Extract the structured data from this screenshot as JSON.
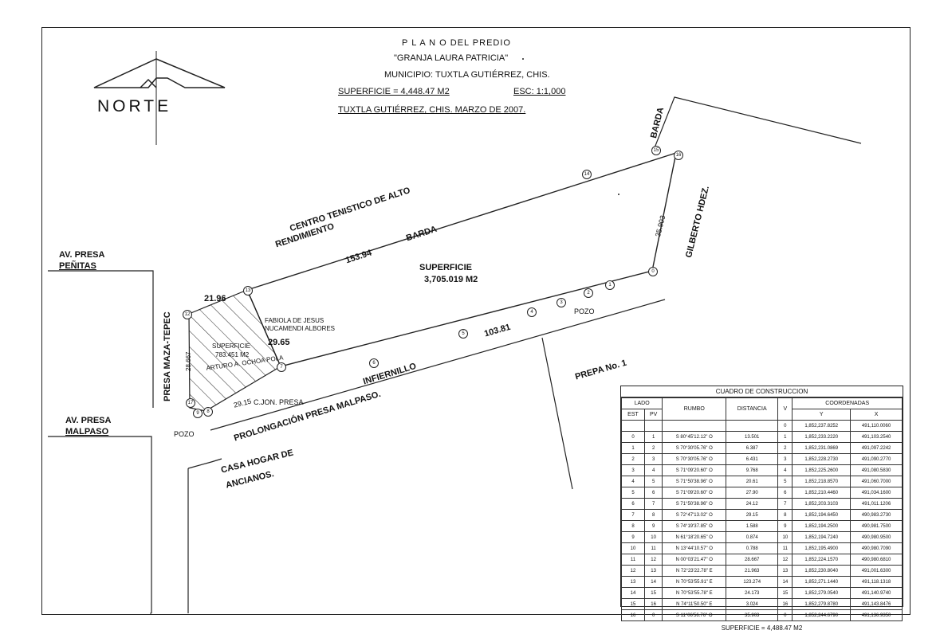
{
  "header": {
    "title": "P L A N O  DEL PREDIO",
    "name": "\"GRANJA LAURA PATRICIA\"",
    "municipality": "MUNICIPIO: TUXTLA  GUTIÉRREZ, CHIS.",
    "surface": "SUPERFICIE = 4,448.47 M2",
    "scale": "ESC: 1:1,000",
    "place_date": "TUXTLA GUTIÉRREZ, CHIS. MARZO DE 2007."
  },
  "logo": {
    "text": "NORTE",
    "icon": "north-arrow-icon"
  },
  "labels": {
    "centro_tenistico": "CENTRO TENISTICO DE ALTO",
    "rendimiento": "RENDIMIENTO",
    "barda_top": "BARDA",
    "len_top": "153.94",
    "barda_right": "BARDA",
    "gilberto": "GILBERTO HDEZ.",
    "len_right": "35.903",
    "superficie_main": "SUPERFICIE",
    "superficie_main_val": "3,705.019 M2",
    "len_bottom": "103.81",
    "pozo_right": "POZO",
    "infiernillo": "INFIERNILLO",
    "prepa": "PREPA No. 1",
    "av_penitas_1": "AV. PRESA",
    "av_penitas_2": "PEÑITAS",
    "presa_maza": "PRESA MAZA-TEPEC",
    "len_21": "21.96",
    "fabiola_1": "FABIOLA DE JESUS",
    "fabiola_2": "NUCAMENDI ALBORES",
    "len_2965": "29.65",
    "len_28": "28.667",
    "superficie_small": "SUPERFICIE",
    "superficie_small_val": "783.451 M2",
    "arturo": "ARTURO A. OCHOA POLA",
    "len_2915": "29.15",
    "cjon": "C.JON. PRESA",
    "prolongacion": "PROLONGACIÓN PRESA MALPASO.",
    "av_malpaso_1": "AV. PRESA",
    "av_malpaso_2": "MALPASO",
    "pozo_left": "POZO",
    "casa_1": "CASA HOGAR DE",
    "casa_2": "ANCIANOS."
  },
  "points": [
    "0",
    "1",
    "2",
    "3",
    "4",
    "5",
    "6",
    "7",
    "8",
    "9",
    "12",
    "13",
    "14",
    "15",
    "16",
    "17"
  ],
  "table": {
    "caption": "CUADRO DE CONSTRUCCION",
    "h_lado": "LADO",
    "h_rumbo": "RUMBO",
    "h_distancia": "DISTANCIA",
    "h_v": "V",
    "h_coordenadas": "COORDENADAS",
    "h_est": "EST",
    "h_pv": "PV",
    "h_y": "Y",
    "h_x": "X",
    "first_row": {
      "v": "0",
      "y": "1,852,237.8252",
      "x": "491,110.0060"
    },
    "rows": [
      {
        "est": "0",
        "pv": "1",
        "rumbo": "S 80°45'12.12\" O",
        "dist": "13.501",
        "v": "1",
        "y": "1,852,233.2220",
        "x": "491,103.2540"
      },
      {
        "est": "1",
        "pv": "2",
        "rumbo": "S 70°30'05.76\" O",
        "dist": "6.387",
        "v": "2",
        "y": "1,852,231.0869",
        "x": "491,097.2242"
      },
      {
        "est": "2",
        "pv": "3",
        "rumbo": "S 70°30'05.76\" O",
        "dist": "6.431",
        "v": "3",
        "y": "1,852,228.2730",
        "x": "491,090.2770"
      },
      {
        "est": "3",
        "pv": "4",
        "rumbo": "S 71°09'20.60\" O",
        "dist": "9.768",
        "v": "4",
        "y": "1,852,225.2600",
        "x": "491,080.5830"
      },
      {
        "est": "4",
        "pv": "5",
        "rumbo": "S 71°50'38.96\" O",
        "dist": "20.61",
        "v": "5",
        "y": "1,852,218.8570",
        "x": "491,060.7000"
      },
      {
        "est": "5",
        "pv": "6",
        "rumbo": "S 71°09'20.60\" O",
        "dist": "27.90",
        "v": "6",
        "y": "1,852,210.4460",
        "x": "491,034.1600"
      },
      {
        "est": "6",
        "pv": "7",
        "rumbo": "S 71°50'38.96\" O",
        "dist": "24.12",
        "v": "7",
        "y": "1,852,203.3103",
        "x": "491,011.1206"
      },
      {
        "est": "7",
        "pv": "8",
        "rumbo": "S 72°47'13.02\" O",
        "dist": "29.15",
        "v": "8",
        "y": "1,852,194.6450",
        "x": "490,983.2730"
      },
      {
        "est": "8",
        "pv": "9",
        "rumbo": "S 74°19'37.85\" O",
        "dist": "1.588",
        "v": "9",
        "y": "1,852,194.2500",
        "x": "490,981.7500"
      },
      {
        "est": "9",
        "pv": "10",
        "rumbo": "N 61°18'20.65\" O",
        "dist": "0.874",
        "v": "10",
        "y": "1,852,194.7240",
        "x": "490,980.9500"
      },
      {
        "est": "10",
        "pv": "11",
        "rumbo": "N 13°44'10.57\" O",
        "dist": "0.788",
        "v": "11",
        "y": "1,852,195.4900",
        "x": "490,980.7090"
      },
      {
        "est": "11",
        "pv": "12",
        "rumbo": "N 00°03'21.47\" O",
        "dist": "28.667",
        "v": "12",
        "y": "1,852,224.1570",
        "x": "490,980.6810"
      },
      {
        "est": "12",
        "pv": "13",
        "rumbo": "N 72°23'22.78\" E",
        "dist": "21.963",
        "v": "13",
        "y": "1,852,230.8040",
        "x": "491,001.6300"
      },
      {
        "est": "13",
        "pv": "14",
        "rumbo": "N 70°53'55.91\" E",
        "dist": "123.274",
        "v": "14",
        "y": "1,852,271.1440",
        "x": "491,118.1318"
      },
      {
        "est": "14",
        "pv": "15",
        "rumbo": "N 70°53'55.78\" E",
        "dist": "24.173",
        "v": "15",
        "y": "1,852,279.0540",
        "x": "491,140.9740"
      },
      {
        "est": "15",
        "pv": "16",
        "rumbo": "N 74°11'50.50\" E",
        "dist": "3.024",
        "v": "16",
        "y": "1,852,279.8780",
        "x": "491,143.8476"
      },
      {
        "est": "16",
        "pv": "0",
        "rumbo": "S 11°06'56.76\" O",
        "dist": "35.903",
        "v": "0",
        "y": "1,852,244.6790",
        "x": "491,136.9350"
      }
    ],
    "footer": "SUPERFICIE = 4,488.47 M2"
  }
}
